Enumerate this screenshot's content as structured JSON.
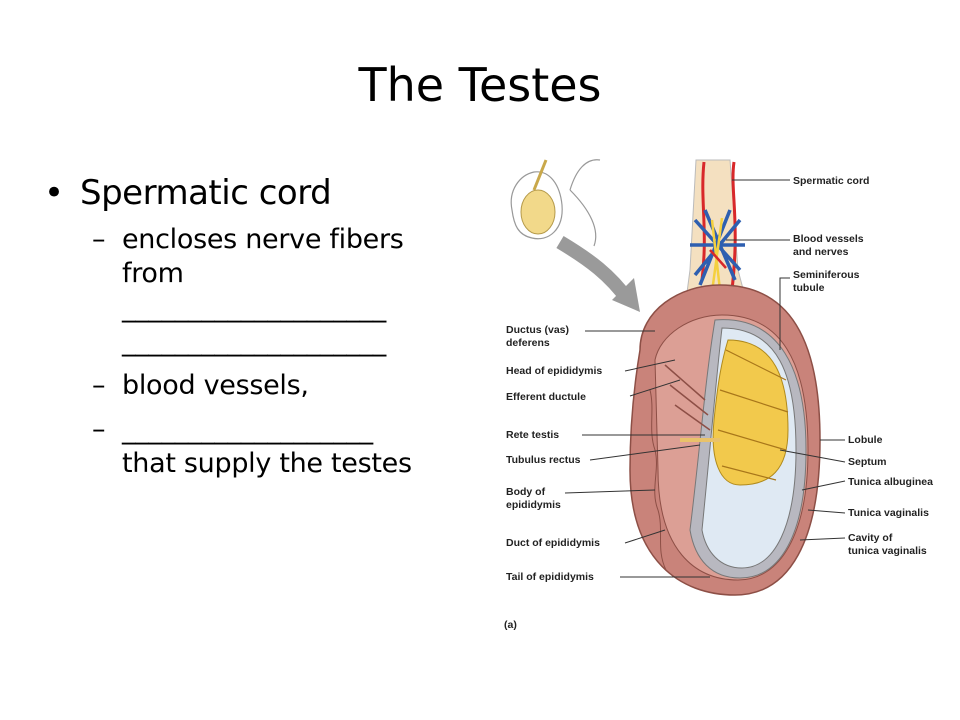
{
  "slide": {
    "title": "The Testes",
    "bullet": "Spermatic cord",
    "subs": [
      {
        "lines": [
          "encloses nerve fibers",
          "from",
          "____________________",
          "____________________"
        ]
      },
      {
        "lines": [
          "blood vessels,"
        ]
      },
      {
        "lines": [
          "___________________",
          "that supply the testes"
        ]
      }
    ]
  },
  "figure": {
    "labels": {
      "spermatic_cord": "Spermatic cord",
      "blood_vessels_1": "Blood vessels",
      "blood_vessels_2": "and nerves",
      "seminiferous_1": "Seminiferous",
      "seminiferous_2": "tubule",
      "ductus_1": "Ductus (vas)",
      "ductus_2": "deferens",
      "head_epididymis": "Head of epididymis",
      "efferent": "Efferent ductule",
      "rete": "Rete testis",
      "tubulus": "Tubulus rectus",
      "body_1": "Body of",
      "body_2": "epididymis",
      "duct_epididymis": "Duct of epididymis",
      "tail": "Tail of epididymis",
      "lobule": "Lobule",
      "septum": "Septum",
      "albuginea": "Tunica albuginea",
      "vaginalis": "Tunica vaginalis",
      "cavity_1": "Cavity of",
      "cavity_2": "tunica vaginalis",
      "panel": "(a)"
    },
    "colors": {
      "epididymis": "#c9837a",
      "lobules": "#f2c94c",
      "tunica": "#b8b8c0",
      "cavity": "#dfe9f3",
      "artery": "#d8282a",
      "vein": "#2e5fb0",
      "nerve": "#f4d03f"
    }
  }
}
